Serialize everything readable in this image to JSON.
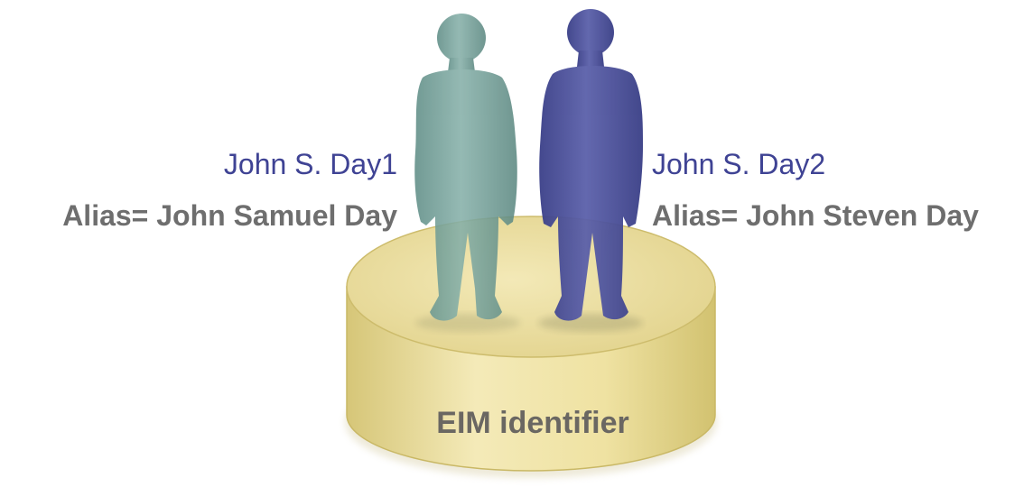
{
  "diagram": {
    "people": [
      {
        "name": "John S. Day1",
        "alias": "Alias= John Samuel Day",
        "color": "#6f9c95"
      },
      {
        "name": "John S. Day2",
        "alias": "Alias= John Steven Day",
        "color": "#4a4f98"
      }
    ],
    "identifier": {
      "label": "EIM identifier",
      "color": "#e9dc9a"
    },
    "colors": {
      "name_text": "#3f4394",
      "alias_text": "#6e6e6e",
      "identifier_text": "#6a6762"
    }
  }
}
